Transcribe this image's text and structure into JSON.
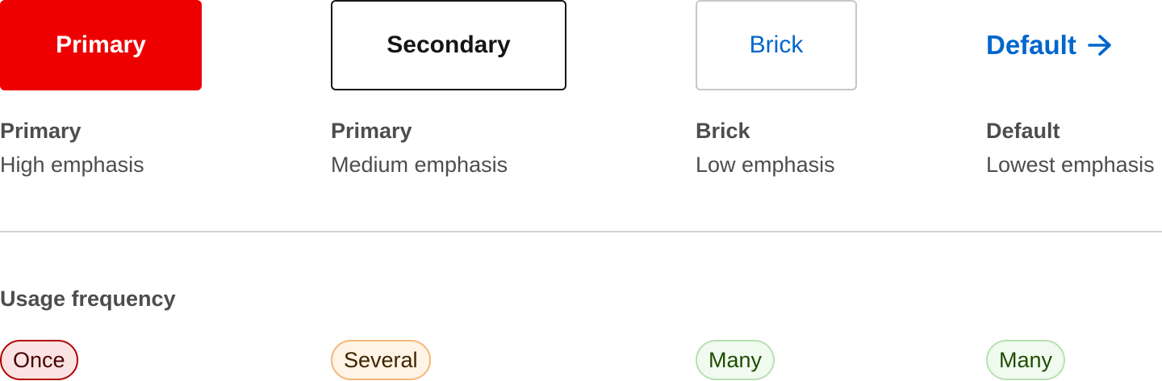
{
  "buttons": {
    "primary": "Primary",
    "secondary": "Secondary",
    "brick": "Brick",
    "default": "Default",
    "default_icon": "arrow-right-icon"
  },
  "columns": [
    {
      "title": "Primary",
      "description": "High emphasis"
    },
    {
      "title": "Primary",
      "description": "Medium emphasis"
    },
    {
      "title": "Brick",
      "description": "Low emphasis"
    },
    {
      "title": "Default",
      "description": "Lowest emphasis"
    }
  ],
  "usage": {
    "heading": "Usage frequency",
    "badges": [
      "Once",
      "Several",
      "Many",
      "Many"
    ]
  },
  "colors": {
    "primary_red": "#ee0000",
    "link_blue": "#0066cc",
    "text_dark": "#151515",
    "text_gray": "#4d4d4d",
    "divider": "#d2d2d2"
  }
}
